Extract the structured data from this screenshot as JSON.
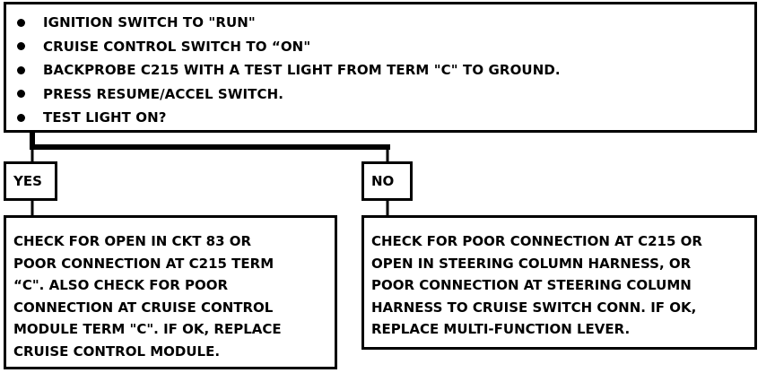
{
  "decision": {
    "steps": [
      "IGNITION SWITCH TO \"RUN\"",
      "CRUISE CONTROL SWITCH TO “ON\"",
      "BACKPROBE C215 WITH A TEST LIGHT FROM TERM \"C\" TO GROUND.",
      "PRESS RESUME/ACCEL SWITCH.",
      "TEST LIGHT ON?"
    ]
  },
  "branches": {
    "yes": {
      "label": "YES",
      "result_lines": [
        "CHECK FOR OPEN IN CKT 83 OR",
        "POOR CONNECTION AT C215 TERM",
        "“C\". ALSO CHECK FOR POOR",
        "CONNECTION AT CRUISE CONTROL",
        "MODULE TERM \"C\". IF OK, REPLACE",
        "CRUISE CONTROL MODULE."
      ]
    },
    "no": {
      "label": "NO",
      "result_lines": [
        "CHECK FOR POOR CONNECTION AT C215 OR",
        "OPEN IN STEERING COLUMN HARNESS, OR",
        "POOR CONNECTION AT STEERING COLUMN",
        "HARNESS TO CRUISE SWITCH CONN. IF OK,",
        "REPLACE MULTI-FUNCTION LEVER."
      ]
    }
  }
}
